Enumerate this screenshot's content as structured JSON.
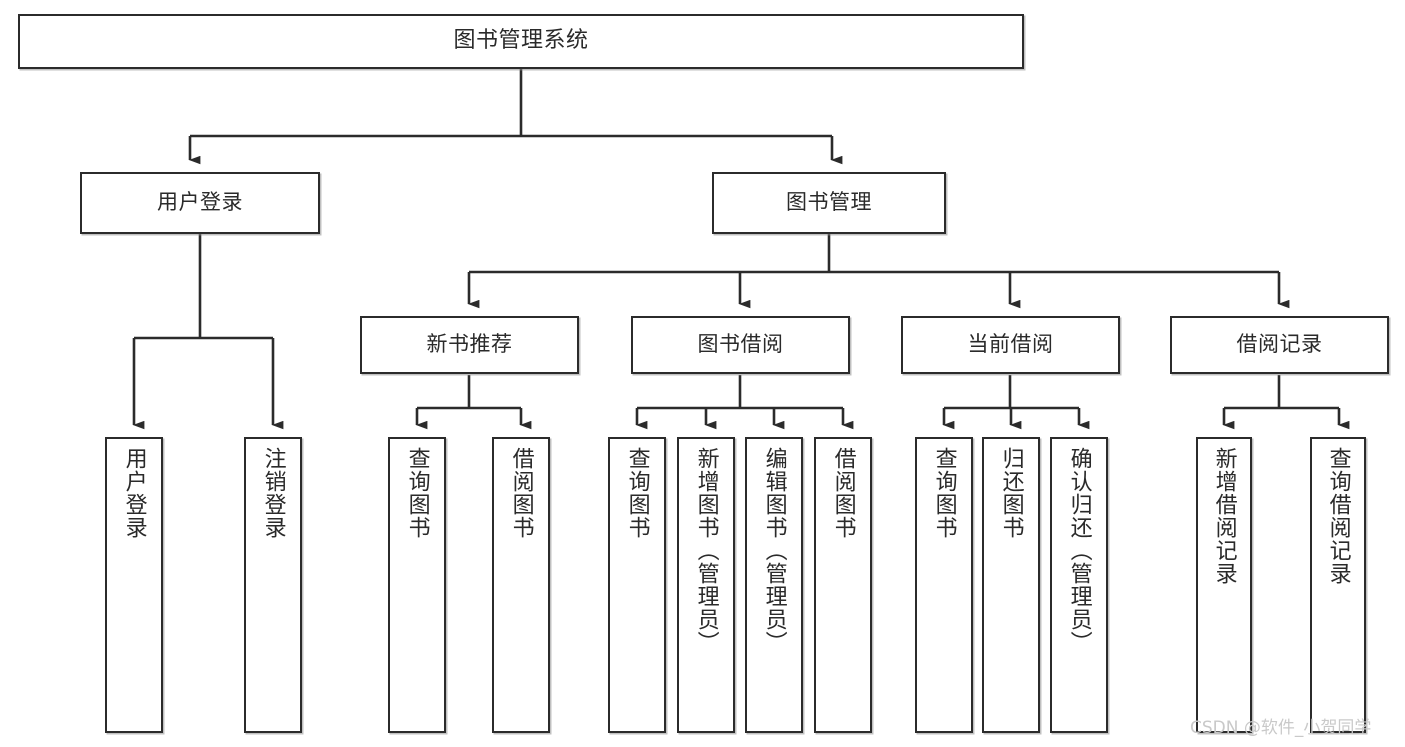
{
  "diagram": {
    "type": "tree-hierarchy-chart",
    "title": "图书管理系统",
    "background_color": "#ffffff",
    "stroke_color": "#2b2b2b",
    "text_color": "#2a2a2a"
  },
  "nodes": {
    "root": {
      "label": "图书管理系统"
    },
    "level1": [
      {
        "id": "user-login",
        "label": "用户登录"
      },
      {
        "id": "book-manage",
        "label": "图书管理"
      }
    ],
    "level2": [
      {
        "id": "new-book-recommend",
        "label": "新书推荐"
      },
      {
        "id": "book-borrow",
        "label": "图书借阅"
      },
      {
        "id": "current-borrow",
        "label": "当前借阅"
      },
      {
        "id": "borrow-record",
        "label": "借阅记录"
      }
    ],
    "leaves": {
      "user_login": [
        {
          "id": "leaf-user-login",
          "label": "用户登录"
        },
        {
          "id": "leaf-logout-login",
          "label": "注销登录"
        }
      ],
      "new_book_recommend": [
        {
          "id": "leaf-query-book-1",
          "label": "查询图书"
        },
        {
          "id": "leaf-borrow-book-1",
          "label": "借阅图书"
        }
      ],
      "book_borrow": [
        {
          "id": "leaf-query-book-2",
          "label": "查询图书"
        },
        {
          "id": "leaf-add-book-admin",
          "label": "新增图书（管理员）"
        },
        {
          "id": "leaf-edit-book-admin",
          "label": "编辑图书（管理员）"
        },
        {
          "id": "leaf-borrow-book-2",
          "label": "借阅图书"
        }
      ],
      "current_borrow": [
        {
          "id": "leaf-query-book-3",
          "label": "查询图书"
        },
        {
          "id": "leaf-return-book",
          "label": "归还图书"
        },
        {
          "id": "leaf-confirm-return-admin",
          "label": "确认归还（管理员）"
        }
      ],
      "borrow_record": [
        {
          "id": "leaf-add-borrow-record",
          "label": "新增借阅记录"
        },
        {
          "id": "leaf-query-borrow-record",
          "label": "查询借阅记录"
        }
      ]
    }
  },
  "watermark": {
    "text": "CSDN @软件_小贺同学"
  }
}
